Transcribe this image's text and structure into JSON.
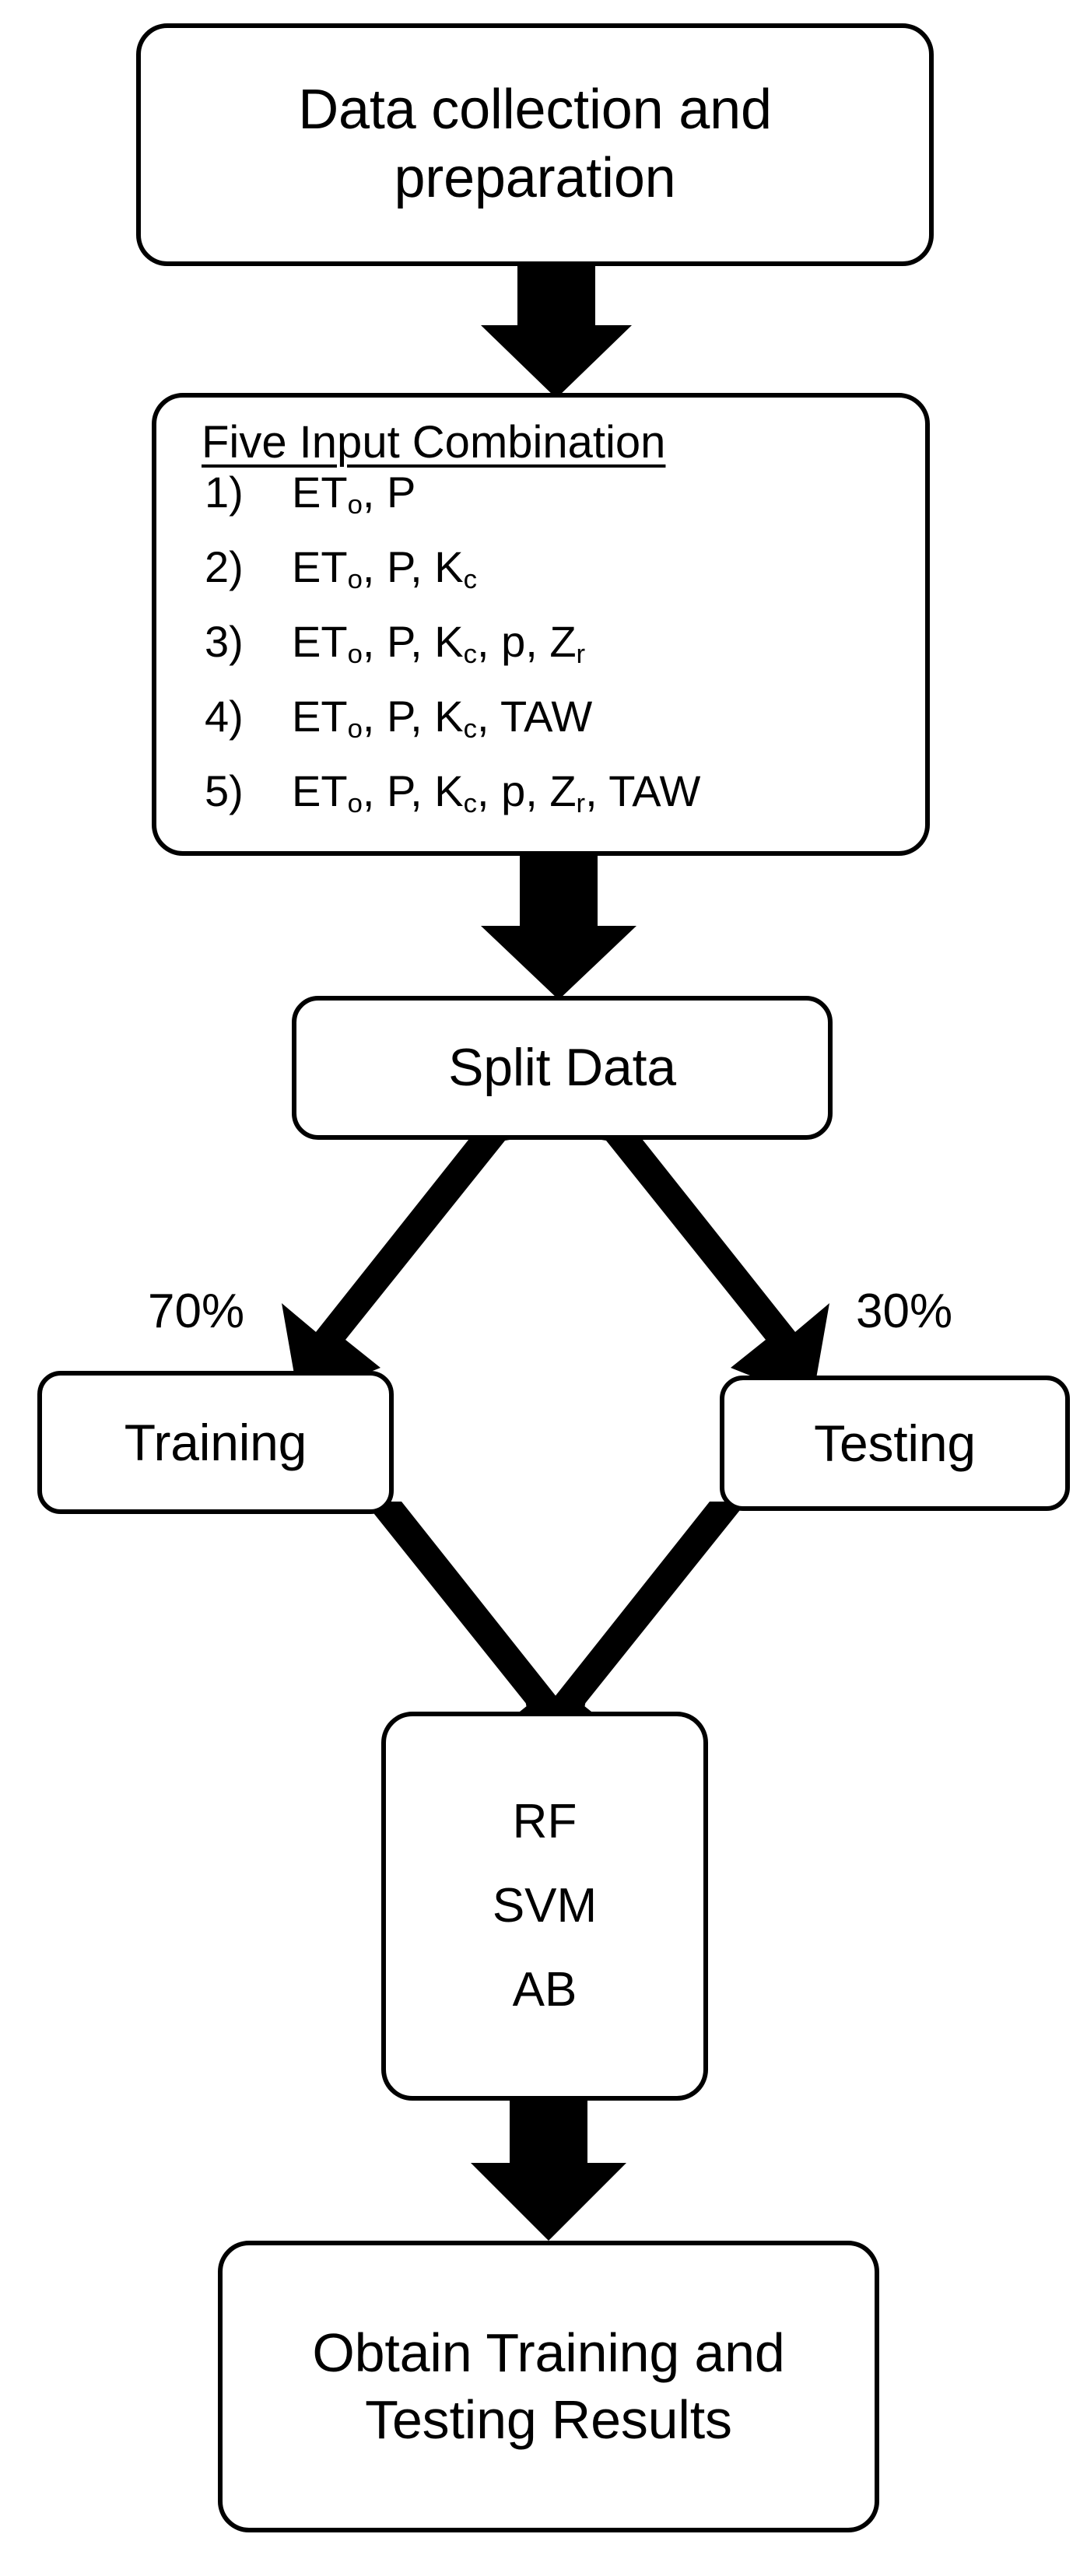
{
  "diagram": {
    "title": "Machine learning workflow flowchart",
    "background_color": "#ffffff",
    "stroke_color": "#000000",
    "nodes": {
      "data_collection": {
        "label": "Data collection and\npreparation"
      },
      "input_combination": {
        "title": "Five Input Combination",
        "items": [
          {
            "number": "1)",
            "expr_html": "ET<sub>o</sub>, P"
          },
          {
            "number": "2)",
            "expr_html": "ET<sub>o</sub>, P, K<sub>c</sub>"
          },
          {
            "number": "3)",
            "expr_html": "ET<sub>o</sub>, P, K<sub>c</sub>, p, Z<sub>r</sub>"
          },
          {
            "number": "4)",
            "expr_html": "ET<sub>o</sub>, P, K<sub>c</sub>, TAW"
          },
          {
            "number": "5)",
            "expr_html": "ET<sub>o</sub>, P, K<sub>c</sub>, p, Z<sub>r</sub>, TAW"
          }
        ]
      },
      "split_data": {
        "label": "Split Data"
      },
      "training": {
        "label": "Training"
      },
      "testing": {
        "label": "Testing"
      },
      "models": {
        "lines": [
          "RF",
          "SVM",
          "AB"
        ]
      },
      "results": {
        "label": "Obtain Training and\nTesting Results"
      }
    },
    "edge_labels": {
      "training_share": "70%",
      "testing_share": "30%"
    }
  }
}
